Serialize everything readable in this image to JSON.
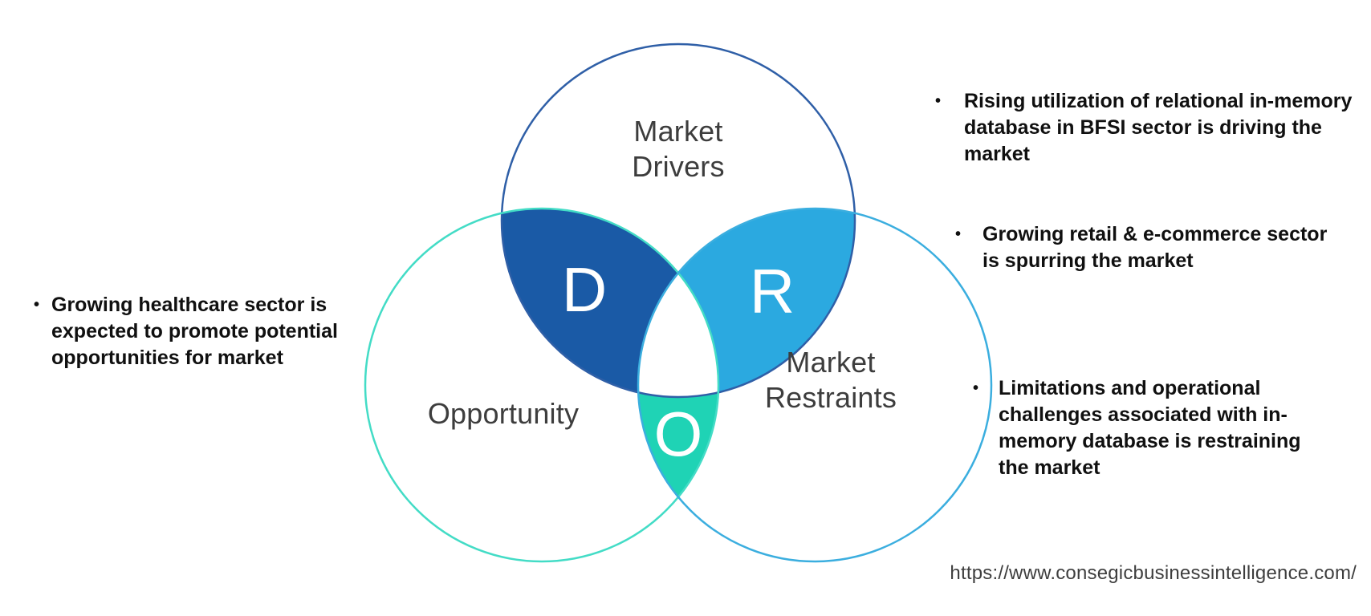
{
  "bullet_glyph": "•",
  "venn": {
    "drivers": {
      "label_line1": "Market",
      "label_line2": "Drivers",
      "letter": "D",
      "fill": "#1A5AA6",
      "stroke": "#2F5FA7"
    },
    "restraints": {
      "label_line1": "Market",
      "label_line2": "Restraints",
      "letter": "R",
      "fill": "#2BA9E0",
      "stroke": "#3BAEDF"
    },
    "opportunity": {
      "label": "Opportunity",
      "letter": "O",
      "fill": "#1FD3B5",
      "stroke": "#43DCC6"
    },
    "center_fill": "#FFFFFF",
    "label_color": "#3D3D3D",
    "letter_color": "#FFFFFF"
  },
  "notes": {
    "left": [
      {
        "text": "Growing healthcare sector is expected to promote potential opportunities for market"
      }
    ],
    "right": [
      {
        "text": "Rising utilization of relational in-memory database in BFSI sector is driving the market"
      },
      {
        "text": "Growing retail & e-commerce sector is spurring the market"
      },
      {
        "text": "Limitations and operational challenges associated with in-memory database is restraining the market"
      }
    ]
  },
  "footer": {
    "url": "https://www.consegicbusinessintelligence.com/"
  }
}
